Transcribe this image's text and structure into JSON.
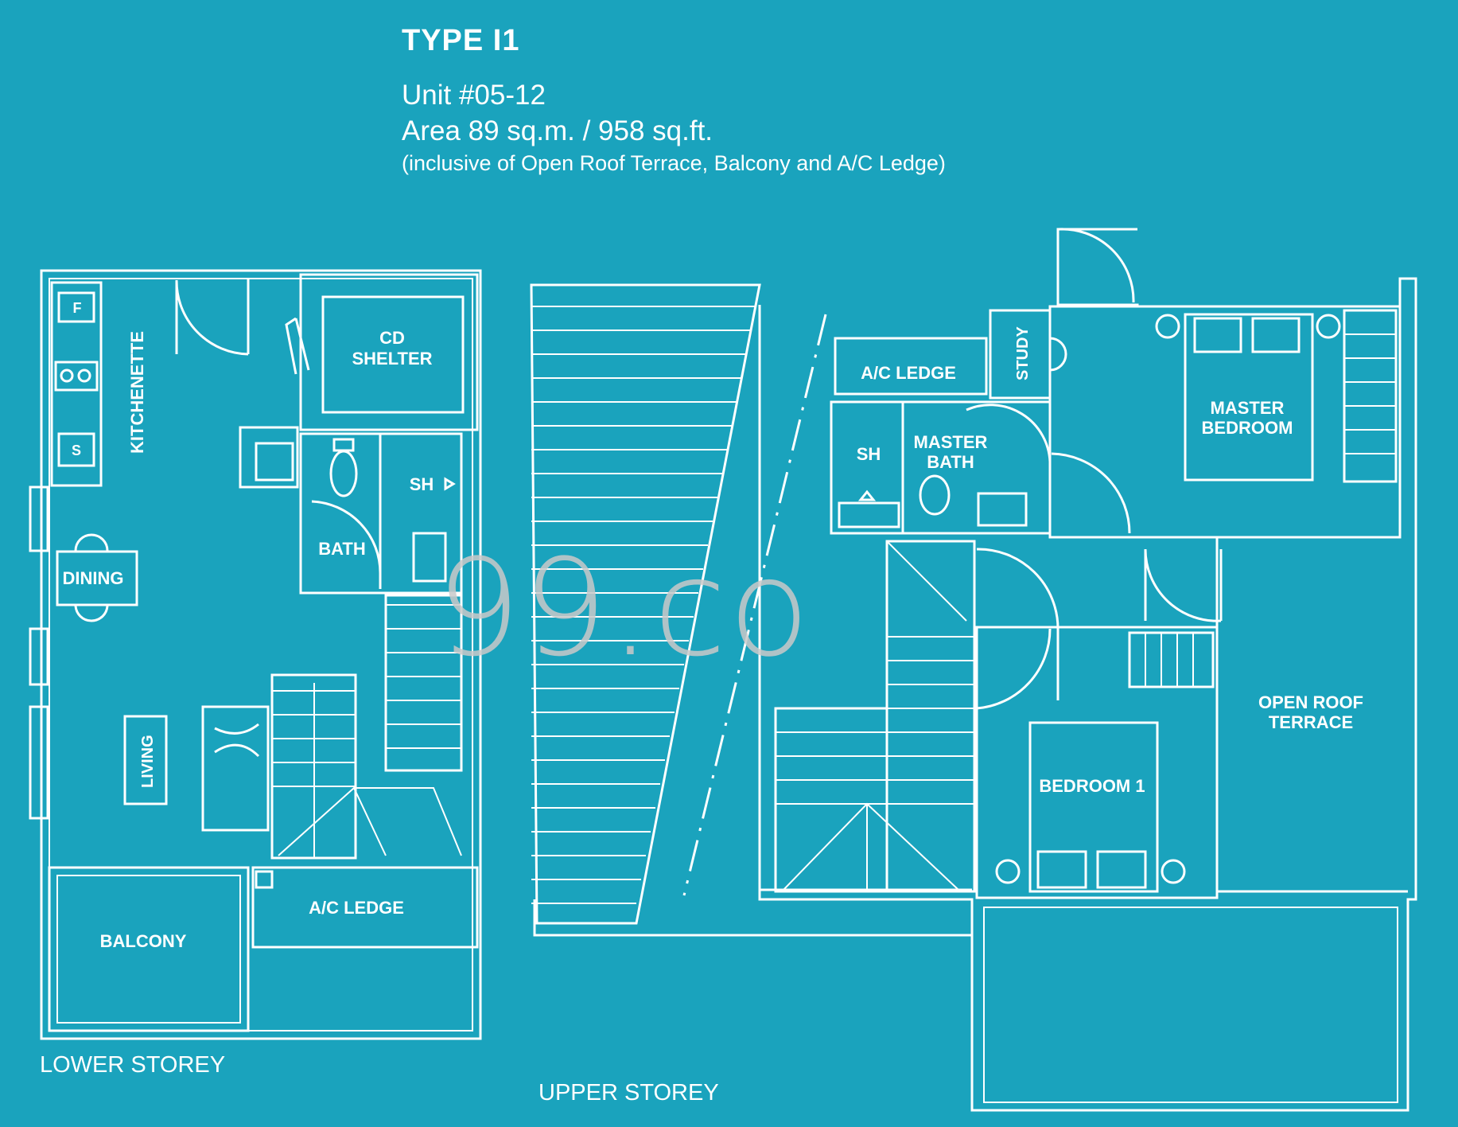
{
  "header": {
    "type": "TYPE I1",
    "unit": "Unit #05-12",
    "area": "Area 89 sq.m. / 958 sq.ft.",
    "note": "(inclusive of Open Roof Terrace, Balcony and A/C Ledge)"
  },
  "rooms": {
    "fridge": "F",
    "sink": "S",
    "kitchenette": "KITCHENETTE",
    "cd_shelter_1": "CD",
    "cd_shelter_2": "SHELTER",
    "sh_lower": "SH",
    "bath": "BATH",
    "dining": "DINING",
    "living": "LIVING",
    "balcony": "BALCONY",
    "ac_ledge_lower": "A/C LEDGE",
    "ac_ledge_upper": "A/C LEDGE",
    "study": "STUDY",
    "sh_upper": "SH",
    "master_bath_1": "MASTER",
    "master_bath_2": "BATH",
    "master_bedroom_1": "MASTER",
    "master_bedroom_2": "BEDROOM",
    "open_roof_terrace_1": "OPEN ROOF",
    "open_roof_terrace_2": "TERRACE",
    "bedroom_1": "BEDROOM 1"
  },
  "storeys": {
    "lower": "LOWER STOREY",
    "upper": "UPPER STOREY"
  },
  "watermark": "99.co",
  "colors": {
    "background": "#1aa3bd",
    "lines": "#ffffff",
    "watermark": "#c9c9c9"
  }
}
